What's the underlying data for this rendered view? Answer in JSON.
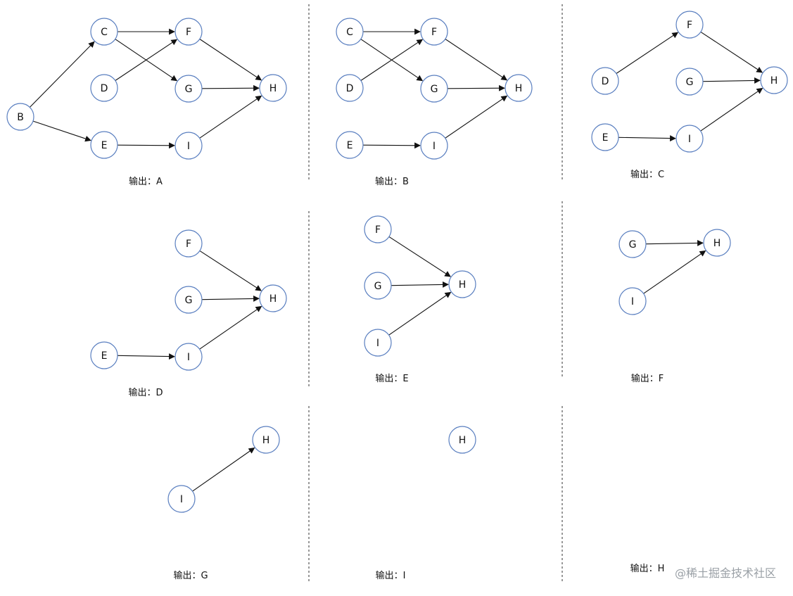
{
  "colors": {
    "node_stroke": "#5a7fc0",
    "edge": "#111111",
    "divider": "#333333",
    "watermark": "#9aa0a6"
  },
  "panels": [
    {
      "id": "p1",
      "caption": "输出：A",
      "nodes": [
        "B",
        "C",
        "D",
        "E",
        "F",
        "G",
        "H",
        "I"
      ],
      "edges": [
        [
          "B",
          "C"
        ],
        [
          "B",
          "E"
        ],
        [
          "C",
          "F"
        ],
        [
          "C",
          "G"
        ],
        [
          "D",
          "F"
        ],
        [
          "F",
          "H"
        ],
        [
          "G",
          "H"
        ],
        [
          "E",
          "I"
        ],
        [
          "I",
          "H"
        ]
      ]
    },
    {
      "id": "p2",
      "caption": "输出：B",
      "nodes": [
        "C",
        "D",
        "E",
        "F",
        "G",
        "H",
        "I"
      ],
      "edges": [
        [
          "C",
          "F"
        ],
        [
          "C",
          "G"
        ],
        [
          "D",
          "F"
        ],
        [
          "F",
          "H"
        ],
        [
          "G",
          "H"
        ],
        [
          "E",
          "I"
        ],
        [
          "I",
          "H"
        ]
      ]
    },
    {
      "id": "p3",
      "caption": "输出：C",
      "nodes": [
        "D",
        "E",
        "F",
        "G",
        "H",
        "I"
      ],
      "edges": [
        [
          "D",
          "F"
        ],
        [
          "F",
          "H"
        ],
        [
          "G",
          "H"
        ],
        [
          "E",
          "I"
        ],
        [
          "I",
          "H"
        ]
      ]
    },
    {
      "id": "p4",
      "caption": "输出：D",
      "nodes": [
        "E",
        "F",
        "G",
        "H",
        "I"
      ],
      "edges": [
        [
          "F",
          "H"
        ],
        [
          "G",
          "H"
        ],
        [
          "E",
          "I"
        ],
        [
          "I",
          "H"
        ]
      ]
    },
    {
      "id": "p5",
      "caption": "输出：E",
      "nodes": [
        "F",
        "G",
        "H",
        "I"
      ],
      "edges": [
        [
          "F",
          "H"
        ],
        [
          "G",
          "H"
        ],
        [
          "I",
          "H"
        ]
      ]
    },
    {
      "id": "p6",
      "caption": "输出：F",
      "nodes": [
        "G",
        "H",
        "I"
      ],
      "edges": [
        [
          "G",
          "H"
        ],
        [
          "I",
          "H"
        ]
      ]
    },
    {
      "id": "p7",
      "caption": "输出：G",
      "nodes": [
        "H",
        "I"
      ],
      "edges": [
        [
          "I",
          "H"
        ]
      ]
    },
    {
      "id": "p8",
      "caption": "输出：I",
      "nodes": [
        "H"
      ],
      "edges": []
    },
    {
      "id": "p9",
      "caption": "输出：H",
      "nodes": [],
      "edges": []
    }
  ],
  "watermark": "@稀土掘金技术社区"
}
